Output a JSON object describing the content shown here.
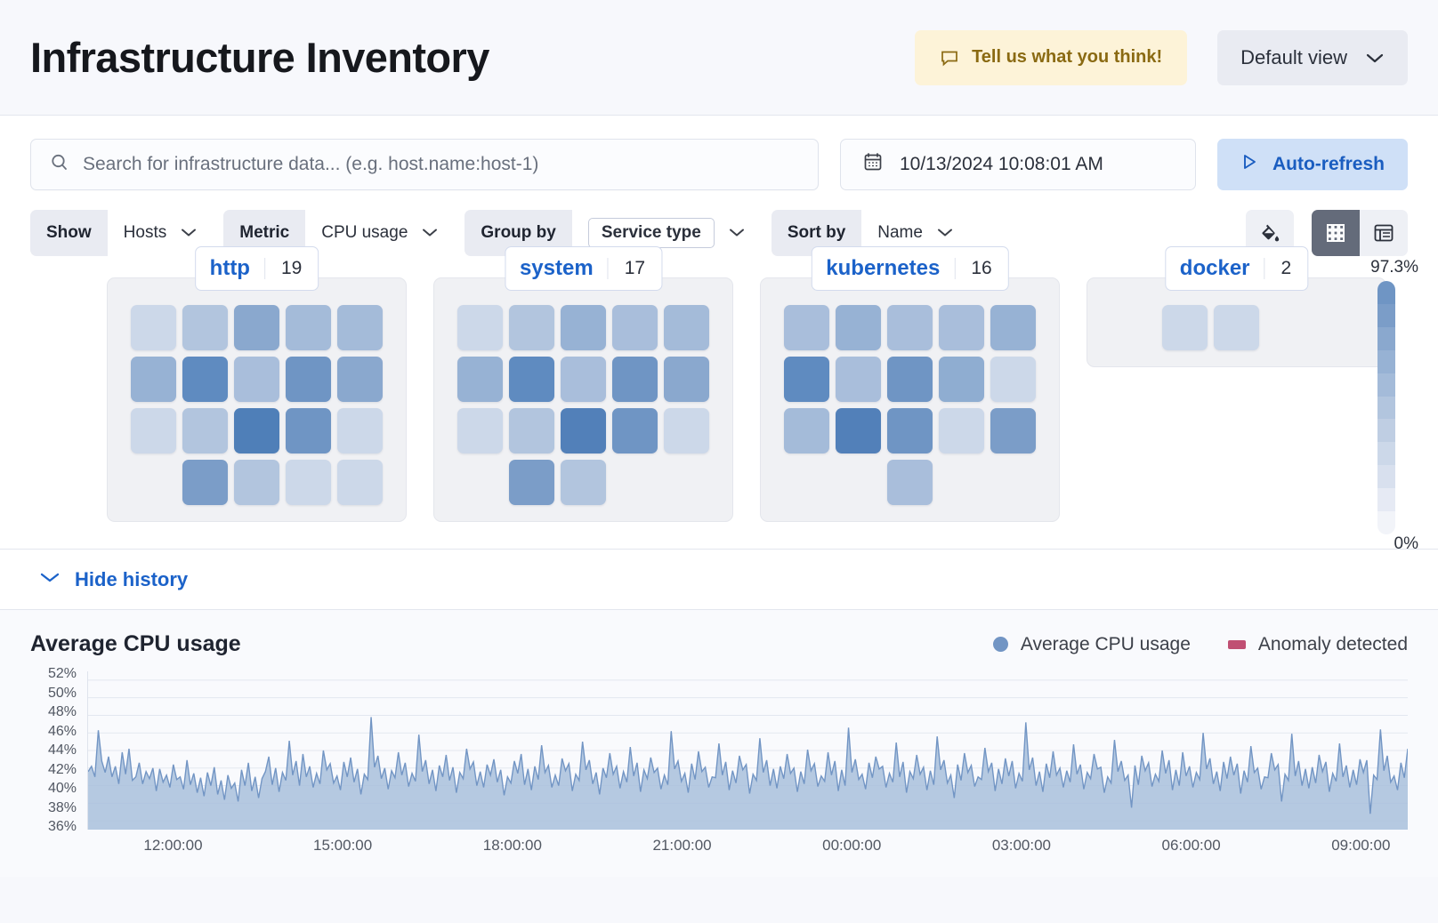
{
  "header": {
    "title": "Infrastructure Inventory",
    "feedback_label": "Tell us what you think!",
    "feedback_icon": "comment-icon",
    "view_label": "Default view",
    "view_icon": "chevron-down-icon",
    "feedback_bg": "#fdf3d8",
    "feedback_fg": "#8a6a12"
  },
  "search": {
    "placeholder": "Search for infrastructure data... (e.g. host.name:host-1)",
    "value": "",
    "icon": "search-icon"
  },
  "datepicker": {
    "value": "10/13/2024 10:08:01 AM",
    "icon": "calendar-icon"
  },
  "refresh": {
    "label": "Auto-refresh",
    "icon": "play-icon",
    "bg": "#cfe0f7",
    "fg": "#1a5dc0"
  },
  "controls": [
    {
      "label": "Show",
      "value": "Hosts",
      "boxed": false,
      "icon": "chevron-down-icon"
    },
    {
      "label": "Metric",
      "value": "CPU usage",
      "boxed": false,
      "icon": "chevron-down-icon"
    },
    {
      "label": "Group by",
      "value": "Service type",
      "boxed": true,
      "icon": "chevron-down-icon"
    },
    {
      "label": "Sort by",
      "value": "Name",
      "boxed": false,
      "icon": "chevron-down-icon"
    }
  ],
  "view_toggles": {
    "palette_icon": "paint-fill-icon",
    "grid_icon": "grid-view-icon",
    "table_icon": "table-view-icon",
    "active": "grid"
  },
  "legend_scale": {
    "max": "97.3%",
    "min": "0%",
    "stops": [
      "#6f95c4",
      "#7b9dc8",
      "#8aa8ce",
      "#97b2d4",
      "#a4bbd9",
      "#b2c5de",
      "#bfcee3",
      "#ccd8e9",
      "#d8e0ee",
      "#e6eaf4",
      "#f2f4f9"
    ]
  },
  "groups": [
    {
      "name": "http",
      "count": "19",
      "rows": [
        [
          "#ccd8e9",
          "#b2c5de",
          "#8aa8ce",
          "#a4bbd9",
          "#a4bbd9"
        ],
        [
          "#97b2d4",
          "#5f8bc0",
          "#a9bedb",
          "#6f95c4",
          "#8aa8ce"
        ],
        [
          "#ccd8e9",
          "#b2c5de",
          "#4f7fb8",
          "#6f95c4",
          "#ccd8e9"
        ],
        [
          null,
          "#7b9dc8",
          "#b2c5de",
          "#ccd8e9",
          "#ccd8e9"
        ]
      ]
    },
    {
      "name": "system",
      "count": "17",
      "rows": [
        [
          "#ccd8e9",
          "#b2c5de",
          "#97b2d4",
          "#a9bedb",
          "#a4bbd9"
        ],
        [
          "#97b2d4",
          "#5f8bc0",
          "#a9bedb",
          "#6f95c4",
          "#8aa8ce"
        ],
        [
          "#ccd8e9",
          "#b2c5de",
          "#5280b9",
          "#6f95c4",
          "#ccd8e9"
        ],
        [
          null,
          "#7b9dc8",
          "#b2c5de",
          null,
          null
        ]
      ]
    },
    {
      "name": "kubernetes",
      "count": "16",
      "rows": [
        [
          "#a9bedb",
          "#97b2d4",
          "#a9bedb",
          "#a9bedb",
          "#97b2d4"
        ],
        [
          "#5f8bc0",
          "#a9bedb",
          "#6f95c4",
          "#8fadd1",
          "#ccd8e9"
        ],
        [
          "#a4bbd9",
          "#5280b9",
          "#6f95c4",
          "#ccd8e9",
          "#7b9dc8"
        ],
        [
          null,
          null,
          "#a9bedb",
          null,
          null
        ]
      ]
    },
    {
      "name": "docker",
      "count": "2",
      "rows": [
        [
          null,
          "#ccd8e9",
          "#ccd8e9",
          null,
          null
        ]
      ]
    }
  ],
  "history": {
    "toggle_label": "Hide history",
    "toggle_icon": "chevron-down-icon"
  },
  "chart_data": {
    "type": "area",
    "title": "Average CPU usage",
    "xlabel": "",
    "ylabel": "",
    "grid": true,
    "legend_position": "top-right",
    "legend": [
      {
        "name": "Average CPU usage",
        "color": "#7295c4",
        "marker": "circle"
      },
      {
        "name": "Anomaly detected",
        "color": "#c04f73",
        "marker": "square"
      }
    ],
    "ytick_labels": [
      "52%",
      "50%",
      "48%",
      "46%",
      "44%",
      "42%",
      "40%",
      "38%",
      "36%"
    ],
    "ylim": [
      35,
      53
    ],
    "xtick_labels": [
      "12:00:00",
      "15:00:00",
      "18:00:00",
      "21:00:00",
      "00:00:00",
      "03:00:00",
      "06:00:00",
      "09:00:00"
    ],
    "series": [
      {
        "name": "Average CPU usage",
        "color": "#7295c4",
        "fill": "#a9c0dc",
        "values": [
          41.6,
          42.2,
          41.0,
          46.3,
          42.8,
          41.5,
          43.3,
          41.0,
          42.2,
          40.2,
          43.8,
          41.3,
          44.2,
          40.6,
          41.0,
          42.6,
          40.2,
          41.6,
          40.8,
          42.0,
          39.4,
          41.9,
          40.4,
          41.2,
          39.8,
          42.4,
          40.7,
          41.0,
          39.6,
          42.9,
          40.1,
          41.4,
          39.2,
          40.9,
          38.8,
          41.5,
          40.0,
          42.1,
          39.0,
          40.6,
          38.4,
          41.2,
          39.7,
          40.3,
          38.2,
          41.8,
          40.0,
          42.6,
          39.4,
          41.0,
          38.6,
          40.8,
          41.6,
          43.3,
          40.1,
          42.0,
          39.3,
          41.5,
          40.6,
          45.1,
          41.2,
          42.8,
          40.0,
          43.6,
          41.0,
          42.2,
          39.8,
          41.4,
          40.2,
          44.0,
          41.8,
          42.5,
          40.3,
          41.1,
          39.5,
          42.7,
          41.0,
          43.2,
          40.4,
          41.9,
          39.0,
          41.3,
          40.7,
          47.8,
          42.1,
          43.4,
          40.8,
          42.0,
          39.6,
          41.7,
          40.9,
          43.8,
          41.2,
          42.6,
          39.9,
          41.4,
          40.5,
          45.8,
          41.6,
          42.9,
          40.2,
          41.8,
          39.4,
          42.3,
          41.0,
          43.5,
          40.6,
          42.1,
          39.2,
          41.5,
          40.8,
          44.2,
          41.9,
          42.7,
          40.0,
          41.6,
          39.8,
          42.4,
          41.2,
          43.0,
          40.4,
          41.8,
          38.9,
          41.0,
          40.3,
          42.8,
          41.4,
          43.6,
          40.1,
          41.9,
          39.5,
          42.2,
          40.7,
          44.6,
          41.5,
          42.3,
          39.8,
          41.2,
          40.0,
          43.1,
          41.7,
          42.5,
          39.4,
          41.3,
          40.6,
          45.0,
          41.8,
          42.9,
          40.2,
          41.5,
          39.0,
          42.0,
          40.9,
          43.7,
          41.3,
          42.2,
          39.7,
          41.6,
          40.4,
          44.4,
          41.1,
          42.6,
          39.3,
          41.8,
          40.8,
          43.2,
          41.5,
          42.0,
          39.6,
          41.2,
          40.1,
          46.2,
          41.9,
          42.8,
          40.5,
          41.4,
          39.2,
          42.5,
          40.7,
          43.9,
          41.6,
          42.1,
          39.8,
          41.0,
          40.9,
          44.8,
          41.2,
          42.7,
          39.5,
          41.7,
          40.3,
          43.4,
          41.8,
          42.4,
          39.1,
          41.3,
          40.6,
          45.4,
          41.5,
          42.9,
          40.0,
          41.9,
          39.7,
          42.2,
          40.8,
          43.6,
          41.4,
          42.0,
          39.3,
          41.6,
          40.2,
          44.1,
          41.7,
          42.5,
          39.9,
          41.1,
          40.5,
          43.8,
          41.2,
          42.8,
          39.4,
          41.8,
          40.0,
          46.6,
          41.5,
          43.0,
          40.7,
          41.3,
          39.6,
          42.6,
          40.9,
          43.3,
          41.9,
          42.2,
          39.8,
          41.4,
          40.4,
          44.9,
          41.0,
          42.7,
          39.2,
          41.6,
          40.8,
          43.5,
          41.3,
          42.1,
          39.5,
          41.7,
          40.1,
          45.6,
          41.8,
          42.9,
          40.3,
          41.2,
          38.6,
          42.4,
          40.6,
          43.7,
          41.5,
          42.3,
          39.9,
          41.0,
          40.7,
          44.3,
          41.6,
          42.6,
          39.4,
          41.9,
          40.2,
          43.1,
          41.1,
          42.8,
          39.7,
          41.4,
          40.5,
          47.2,
          41.8,
          43.2,
          40.0,
          41.6,
          39.3,
          42.5,
          40.9,
          43.9,
          41.2,
          42.0,
          39.8,
          41.7,
          40.4,
          44.7,
          41.3,
          42.4,
          39.6,
          41.5,
          40.8,
          43.6,
          41.9,
          42.1,
          39.2,
          41.0,
          40.3,
          45.2,
          41.6,
          42.8,
          40.6,
          41.2,
          37.5,
          42.3,
          40.1,
          43.4,
          41.7,
          42.6,
          39.9,
          41.3,
          40.5,
          44.0,
          41.4,
          42.9,
          39.5,
          41.8,
          40.0,
          43.8,
          41.1,
          42.2,
          39.8,
          41.5,
          40.7,
          46.0,
          41.9,
          43.1,
          40.2,
          41.6,
          39.4,
          42.7,
          40.8,
          43.3,
          41.2,
          42.5,
          39.1,
          41.7,
          40.4,
          44.5,
          41.5,
          42.0,
          39.6,
          41.0,
          40.9,
          43.7,
          41.8,
          42.4,
          38.2,
          41.3,
          40.6,
          45.9,
          41.1,
          42.8,
          40.0,
          41.9,
          39.7,
          42.1,
          40.3,
          43.5,
          41.6,
          42.7,
          39.3,
          41.4,
          40.5,
          44.8,
          41.0,
          42.3,
          39.8,
          41.8,
          40.1,
          43.0,
          41.5,
          42.9,
          36.8,
          41.2,
          40.7,
          46.4,
          41.7,
          43.4,
          40.4,
          41.1,
          39.5,
          42.6,
          40.9,
          44.2
        ]
      }
    ]
  }
}
